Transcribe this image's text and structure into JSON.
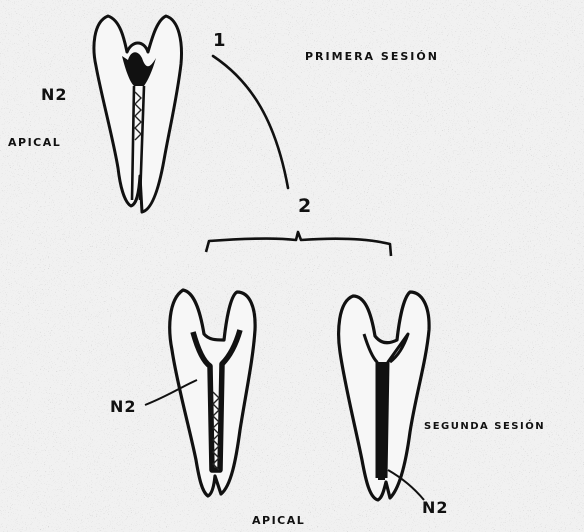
{
  "labels": {
    "step_1": "1",
    "step_2": "2",
    "primera_sesion": "PRIMERA SESIÓN",
    "n2_top": "N2",
    "apical_top": "APICAL",
    "n2_left": "N2",
    "segunda_sesion": "SEGUNDA SESIÓN",
    "n2_right": "N2",
    "apical_bottom": "APICAL"
  },
  "colors": {
    "ink": "#111111",
    "paper": "#f1f1f1",
    "tooth_fill": "#f7f7f7"
  }
}
